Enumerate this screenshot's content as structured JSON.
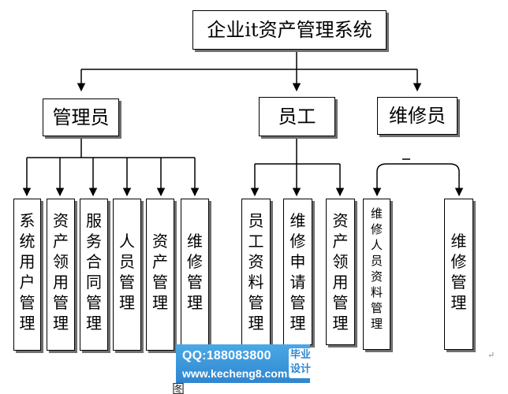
{
  "root": {
    "label": "企业it资产管理系统"
  },
  "groups": [
    {
      "label": "管理员",
      "children": [
        "系统用户管理",
        "资产领用管理",
        "服务合同管理",
        "人员管理",
        "资产管理",
        "维修管理"
      ]
    },
    {
      "label": "员工",
      "children": [
        "员工资料管理",
        "维修申请管理",
        "资产领用管理"
      ]
    },
    {
      "label": "维修员",
      "children": [
        "维修人员资料管理",
        "维修管理"
      ]
    }
  ],
  "watermark": {
    "qq": "QQ:188083800",
    "url": "www.kecheng8.com",
    "badge": [
      "毕业",
      "设计"
    ]
  },
  "caption": "图",
  "paragraph_mark": "↵"
}
